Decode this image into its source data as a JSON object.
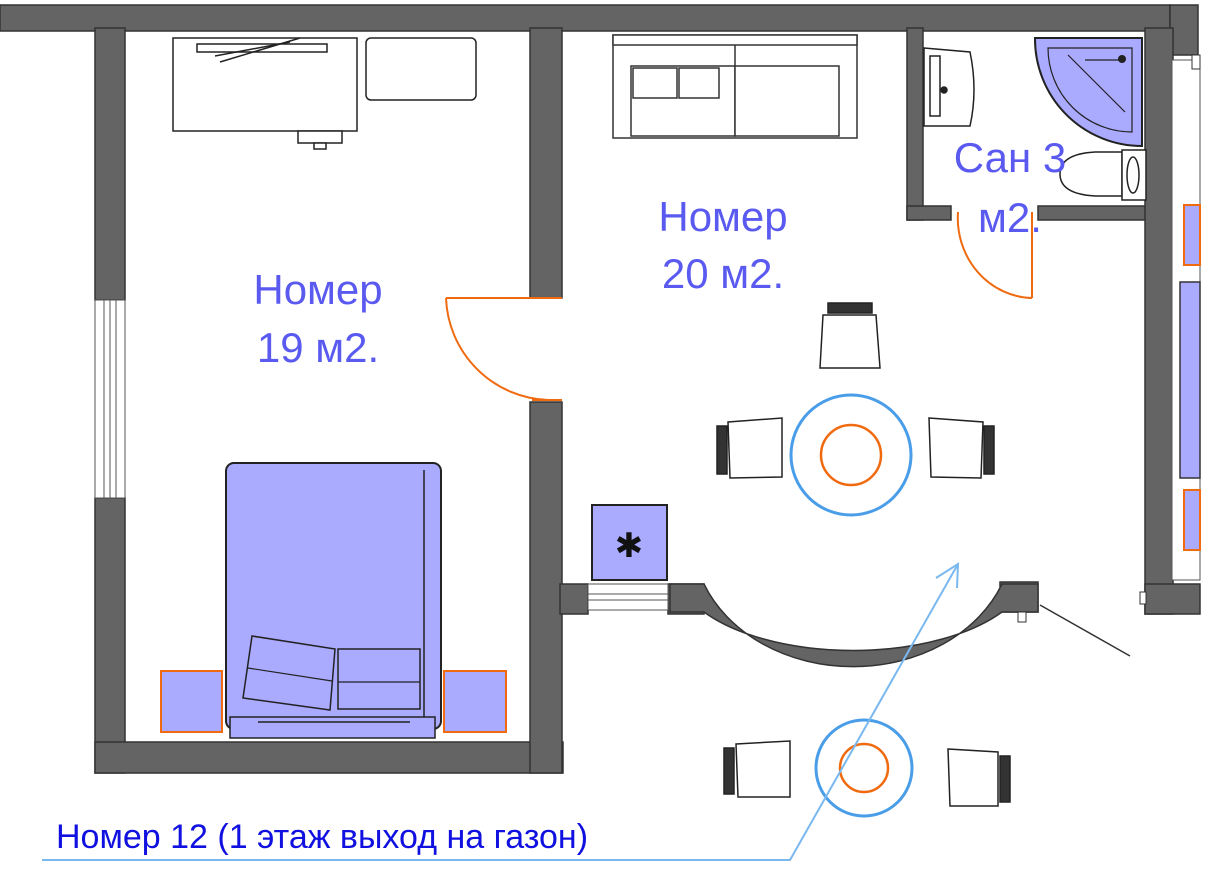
{
  "rooms": {
    "left": {
      "line1": "Номер",
      "line2": "19 м2."
    },
    "middle": {
      "line1": "Номер",
      "line2": "20 м2."
    },
    "bath": {
      "line1": "Сан 3",
      "line2": "м2."
    }
  },
  "caption": "Номер 12 (1 этаж выход на газон)",
  "colors": {
    "wall": "#646464",
    "label": "#5a5af0",
    "caption": "#1010e0",
    "furniture_fill": "#aaaaff",
    "door": "#f06a10",
    "table_ring": "#4a9de8",
    "leader": "#7ab8f0"
  }
}
